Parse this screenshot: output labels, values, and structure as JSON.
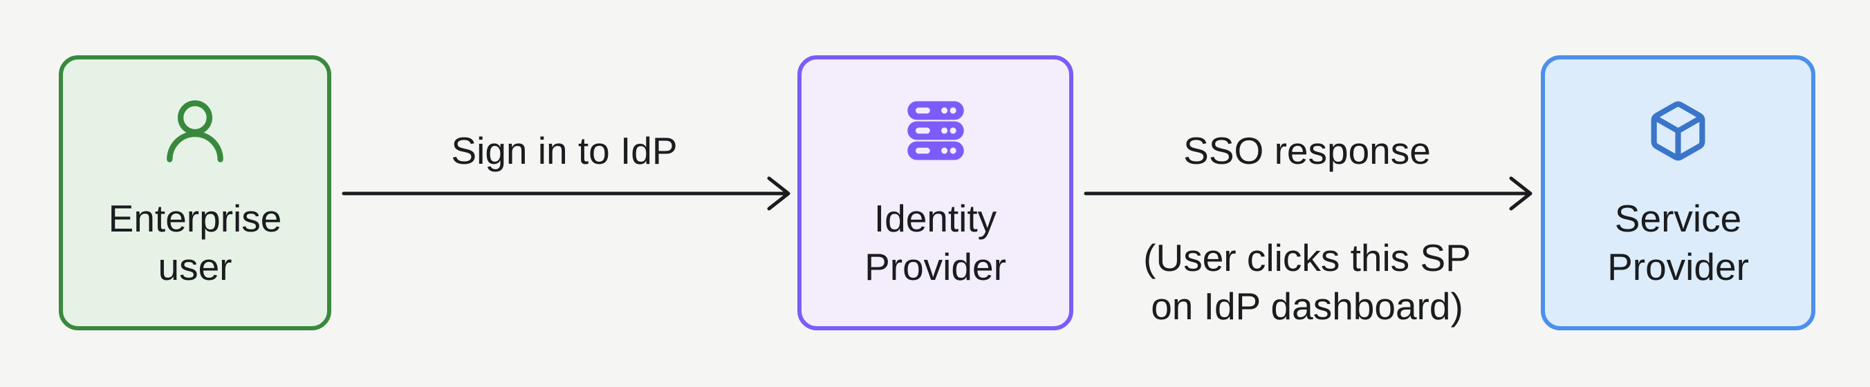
{
  "page": {
    "background_color": "#f5f6f4",
    "text_color": "#1a1c1e",
    "arrow_color": "#1a1c1e"
  },
  "diagram": {
    "nodes": [
      {
        "id": "enterprise-user",
        "label": "Enterprise user",
        "label_line1": "Enterprise",
        "label_line2": "user",
        "icon": "user-icon",
        "colors": {
          "background": "#e7f2e7",
          "border": "#38893d",
          "icon": "#38893d"
        }
      },
      {
        "id": "identity-provider",
        "label": "Identity Provider",
        "label_line1": "Identity",
        "label_line2": "Provider",
        "icon": "server-icon",
        "colors": {
          "background": "#f4edfc",
          "border": "#7c5cf8",
          "icon": "#7c5cf8"
        }
      },
      {
        "id": "service-provider",
        "label": "Service Provider",
        "label_line1": "Service",
        "label_line2": "Provider",
        "icon": "cube-icon",
        "colors": {
          "background": "#dcecfb",
          "border": "#4b90ea",
          "icon": "#3a75ca"
        }
      }
    ],
    "edges": [
      {
        "from": "enterprise-user",
        "to": "identity-provider",
        "label": "Sign in to IdP",
        "sublabel_line1": "",
        "sublabel_line2": ""
      },
      {
        "from": "identity-provider",
        "to": "service-provider",
        "label": "SSO response",
        "sublabel_line1": "(User clicks this SP",
        "sublabel_line2": "on IdP dashboard)"
      }
    ]
  }
}
